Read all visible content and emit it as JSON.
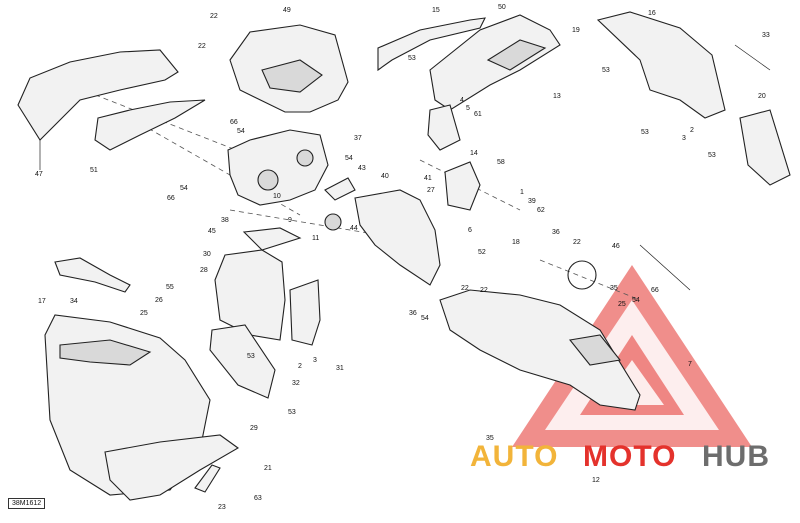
{
  "diagram_code": "38M1612",
  "watermark": {
    "part1": "AUTO",
    "part2": "MOTO",
    "part3": "HUB",
    "color1": "#f2b43a",
    "color2": "#e4322c",
    "color3": "#6d6d6d",
    "triangle_color": "#e4322c"
  },
  "callouts": [
    "22",
    "49",
    "22",
    "47",
    "51",
    "66",
    "54",
    "37",
    "54",
    "43",
    "10",
    "9",
    "66",
    "54",
    "38",
    "45",
    "11",
    "44",
    "40",
    "41",
    "27",
    "58",
    "1",
    "39",
    "62",
    "6",
    "18",
    "52",
    "36",
    "22",
    "46",
    "15",
    "53",
    "50",
    "13",
    "4",
    "5",
    "61",
    "14",
    "19",
    "53",
    "16",
    "33",
    "20",
    "53",
    "2",
    "3",
    "53",
    "30",
    "28",
    "34",
    "17",
    "55",
    "26",
    "25",
    "36",
    "54",
    "22",
    "22",
    "53",
    "32",
    "2",
    "3",
    "31",
    "53",
    "29",
    "35",
    "54",
    "25",
    "66",
    "7",
    "35",
    "12",
    "21",
    "23",
    "63"
  ]
}
